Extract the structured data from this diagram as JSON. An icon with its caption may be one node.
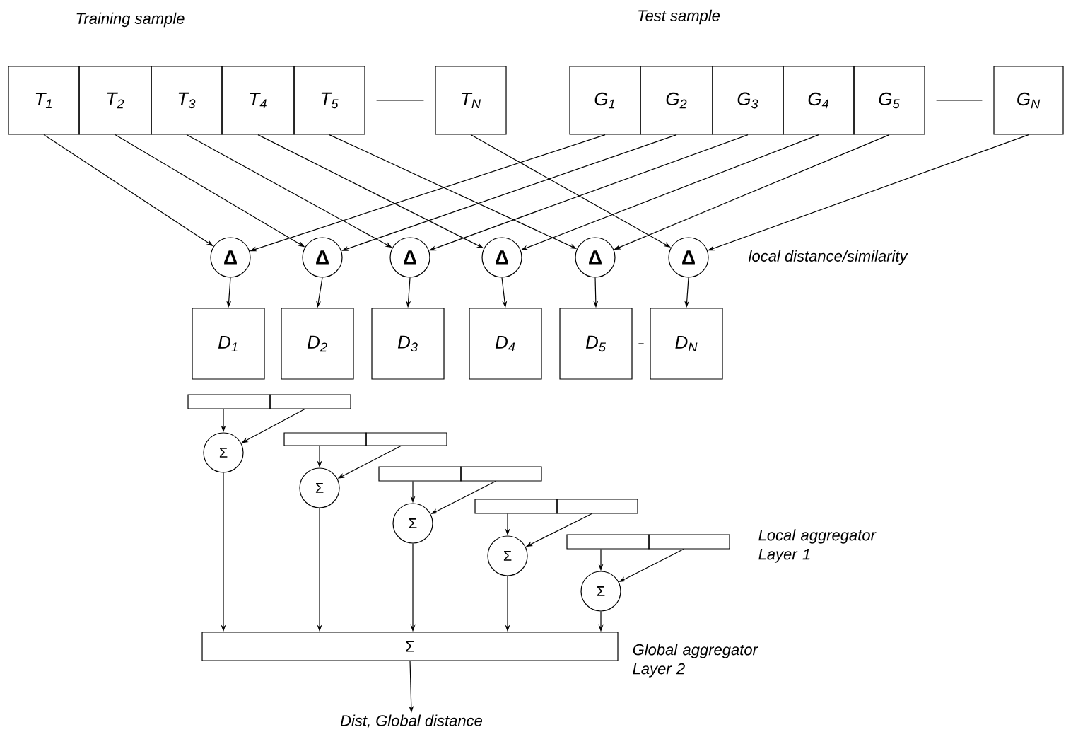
{
  "diagram": {
    "nodes": [
      {
        "text": [
          "T$_{1}$"
        ]
      },
      {
        "text": [
          "T$_{2}$"
        ]
      },
      {
        "text": [
          "T$_{3}$"
        ]
      },
      {
        "text": [
          "T$_{4}$"
        ]
      },
      {
        "text": [
          "T$_{5}$"
        ]
      },
      {
        "text": [
          "T$_{N}$"
        ]
      },
      {
        "text": [
          "G$_{1}$"
        ]
      },
      {
        "text": [
          "G$_{2}$"
        ]
      },
      {
        "text": [
          "G$_{3}$"
        ]
      },
      {
        "text": [
          "G$_{4}$"
        ]
      },
      {
        "text": [
          "G$_{5}$"
        ]
      },
      {
        "text": [
          "G$_{N}$"
        ]
      },
      {
        "text": [
          "Δ"
        ]
      },
      {
        "text": [
          "Δ"
        ]
      },
      {
        "text": [
          "Δ"
        ]
      },
      {
        "text": [
          "Δ"
        ]
      },
      {
        "text": [
          "Δ"
        ]
      },
      {
        "text": [
          "Δ"
        ]
      },
      {
        "text": [
          "D$_{1}$"
        ]
      },
      {
        "text": [
          "D$_{2}$"
        ]
      },
      {
        "text": [
          "D$_{3}$"
        ]
      },
      {
        "text": [
          "D$_{4}$"
        ]
      },
      {
        "text": [
          "D$_{5}$"
        ]
      },
      {
        "text": [
          "D$_{N}$"
        ]
      },
      {
        "text": [],
        "shape": "box"
      },
      {
        "text": [],
        "shape": "box"
      },
      {
        "text": [],
        "shape": "box"
      },
      {
        "text": [],
        "shape": "box"
      },
      {
        "text": [],
        "shape": "box"
      },
      {
        "text": [],
        "shape": "box"
      },
      {
        "text": [],
        "shape": "box"
      },
      {
        "text": [],
        "shape": "box"
      },
      {
        "text": [],
        "shape": "box"
      },
      {
        "text": [],
        "shape": "box"
      },
      {
        "text": [
          "Σ"
        ]
      },
      {
        "text": [
          "Σ"
        ]
      },
      {
        "text": [
          "Σ"
        ]
      },
      {
        "text": [
          "Σ"
        ]
      },
      {
        "text": [
          "Σ"
        ]
      },
      {
        "text": [
          "Σ"
        ]
      },
      {
        "text": [
          "Dist, Global distance"
        ]
      }
    ],
    "edges": [
      {
        "from": 0,
        "to": 12,
        "arrow": "to"
      },
      {
        "from": 1,
        "to": 13,
        "arrow": "to"
      },
      {
        "from": 2,
        "to": 14,
        "arrow": "to"
      },
      {
        "from": 3,
        "to": 15,
        "arrow": "to"
      },
      {
        "from": 4,
        "to": 16,
        "arrow": "to"
      },
      {
        "from": 5,
        "to": 17,
        "arrow": "to"
      },
      {
        "from": 6,
        "to": 12,
        "arrow": "to"
      },
      {
        "from": 7,
        "to": 13,
        "arrow": "to"
      },
      {
        "from": 8,
        "to": 14,
        "arrow": "to"
      },
      {
        "from": 9,
        "to": 15,
        "arrow": "to"
      },
      {
        "from": 10,
        "to": 16,
        "arrow": "to"
      },
      {
        "from": 11,
        "to": 17,
        "arrow": "to"
      },
      {
        "from": 12,
        "to": 18,
        "arrow": "to"
      },
      {
        "from": 13,
        "to": 19,
        "arrow": "to"
      },
      {
        "from": 14,
        "to": 20,
        "arrow": "to"
      },
      {
        "from": 15,
        "to": 21,
        "arrow": "to"
      },
      {
        "from": 16,
        "to": 22,
        "arrow": "to"
      },
      {
        "from": 17,
        "to": 23,
        "arrow": "to"
      },
      {
        "from": 4,
        "to": 5,
        "arrow": "none"
      },
      {
        "from": 10,
        "to": 11,
        "arrow": "none"
      },
      {
        "from": 22,
        "to": 23,
        "arrow": "none"
      },
      {
        "from": 24,
        "to": 34,
        "arrow": "to"
      },
      {
        "from": 25,
        "to": 34,
        "arrow": "to"
      },
      {
        "from": 26,
        "to": 35,
        "arrow": "to"
      },
      {
        "from": 27,
        "to": 35,
        "arrow": "to"
      },
      {
        "from": 28,
        "to": 36,
        "arrow": "to"
      },
      {
        "from": 29,
        "to": 36,
        "arrow": "to"
      },
      {
        "from": 30,
        "to": 37,
        "arrow": "to"
      },
      {
        "from": 31,
        "to": 37,
        "arrow": "to"
      },
      {
        "from": 32,
        "to": 38,
        "arrow": "to"
      },
      {
        "from": 33,
        "to": 38,
        "arrow": "to"
      },
      {
        "from": 34,
        "to": 39,
        "arrow": "to"
      },
      {
        "from": 35,
        "to": 39,
        "arrow": "to"
      },
      {
        "from": 36,
        "to": 39,
        "arrow": "to"
      },
      {
        "from": 37,
        "to": 39,
        "arrow": "to"
      },
      {
        "from": 38,
        "to": 39,
        "arrow": "to"
      },
      {
        "from": 39,
        "to": 40,
        "arrow": "to"
      }
    ],
    "labels": [
      "Training sample",
      "Test sample",
      "local distance/similarity",
      "Local aggregator Layer 1",
      "Global aggregator Layer 2"
    ]
  }
}
